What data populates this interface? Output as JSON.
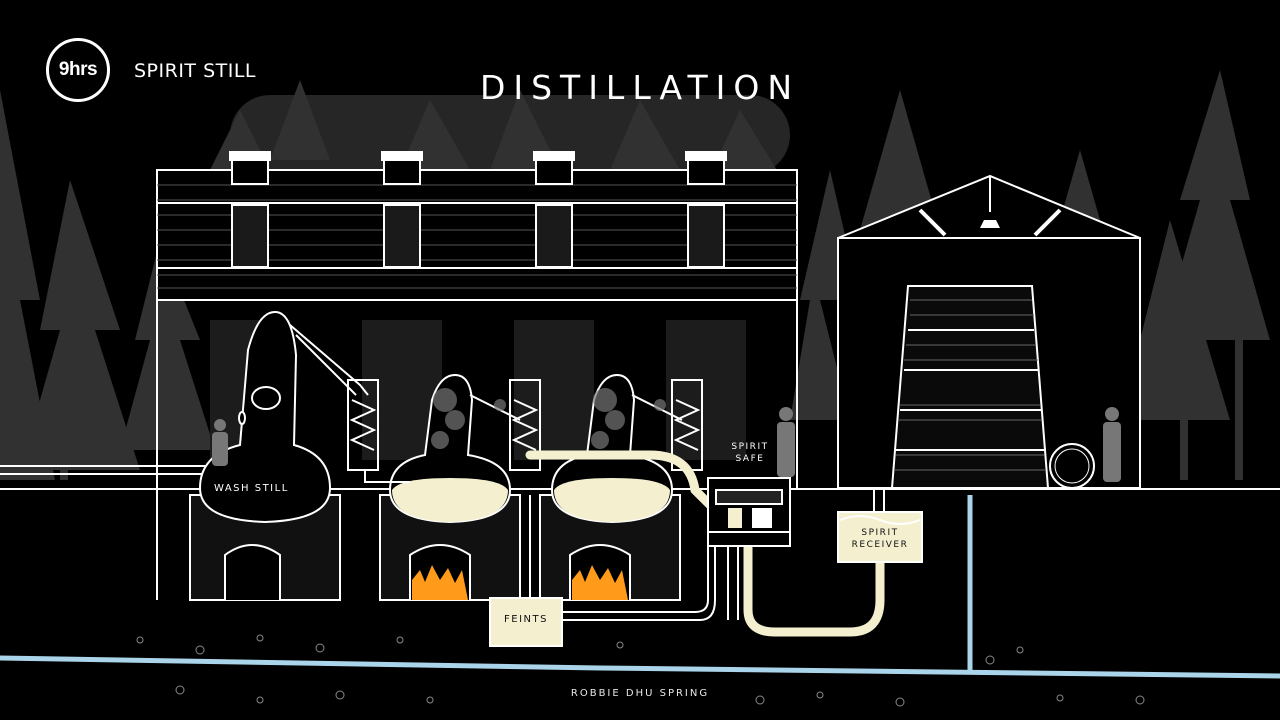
{
  "header": {
    "timer": "9hrs",
    "stage": "SPIRIT STILL",
    "title": "DISTILLATION"
  },
  "labels": {
    "wash_still": "WASH STILL",
    "spirit_safe_line1": "SPIRIT",
    "spirit_safe_line2": "SAFE",
    "spirit_receiver_line1": "SPIRIT",
    "spirit_receiver_line2": "RECEIVER",
    "feints": "FEINTS",
    "spring": "ROBBIE DHU SPRING"
  },
  "colors": {
    "background": "#000000",
    "outline": "#ffffff",
    "trees": "#3a3a3a",
    "spirit": "#f3efcf",
    "water": "#a9d4ea",
    "fire": "#ff9a1a"
  },
  "icons": [
    "clock-icon",
    "person-silhouette-icon",
    "barrel-badge-icon",
    "lamp-icon"
  ]
}
